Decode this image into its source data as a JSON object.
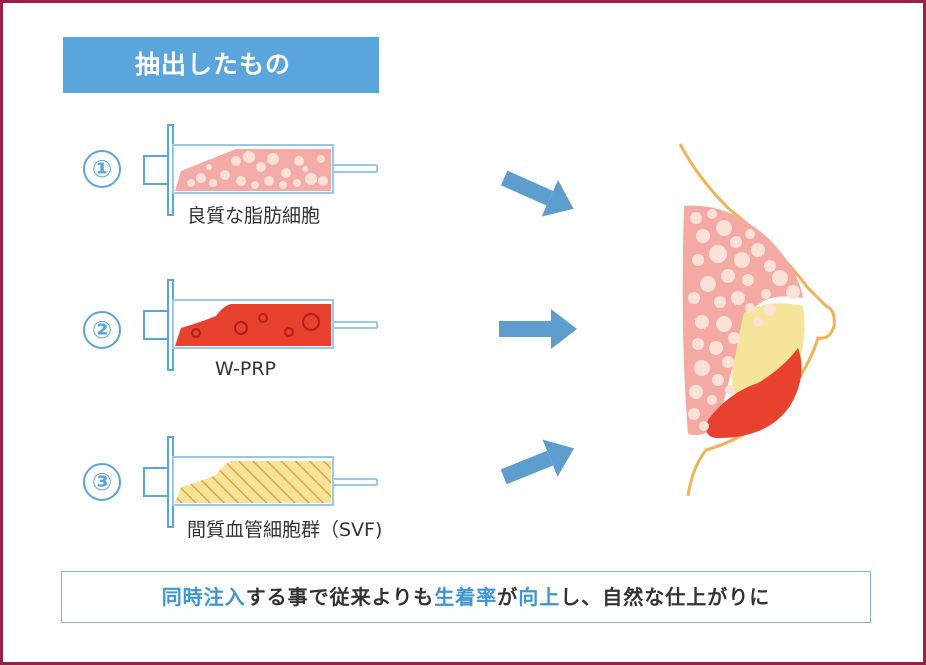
{
  "title": "抽出したもの",
  "items": [
    {
      "number": "①",
      "label": "良質な脂肪細胞"
    },
    {
      "number": "②",
      "label": "W-PRP"
    },
    {
      "number": "③",
      "label": "間質血管細胞群（SVF)"
    }
  ],
  "bottom": {
    "part1": "同時注入",
    "part2": "する事で従来よりも",
    "part3": "生着率",
    "part4": "が",
    "part5": "向上",
    "part6": "し、自然な仕上がりに"
  },
  "colors": {
    "frame": "#9c1f45",
    "accent_blue": "#5aa5db",
    "fat_pink": "#f5b8b4",
    "prp_red": "#e8412e",
    "svf_yellow": "#f5e49a",
    "skin_outline": "#f1b35a"
  }
}
